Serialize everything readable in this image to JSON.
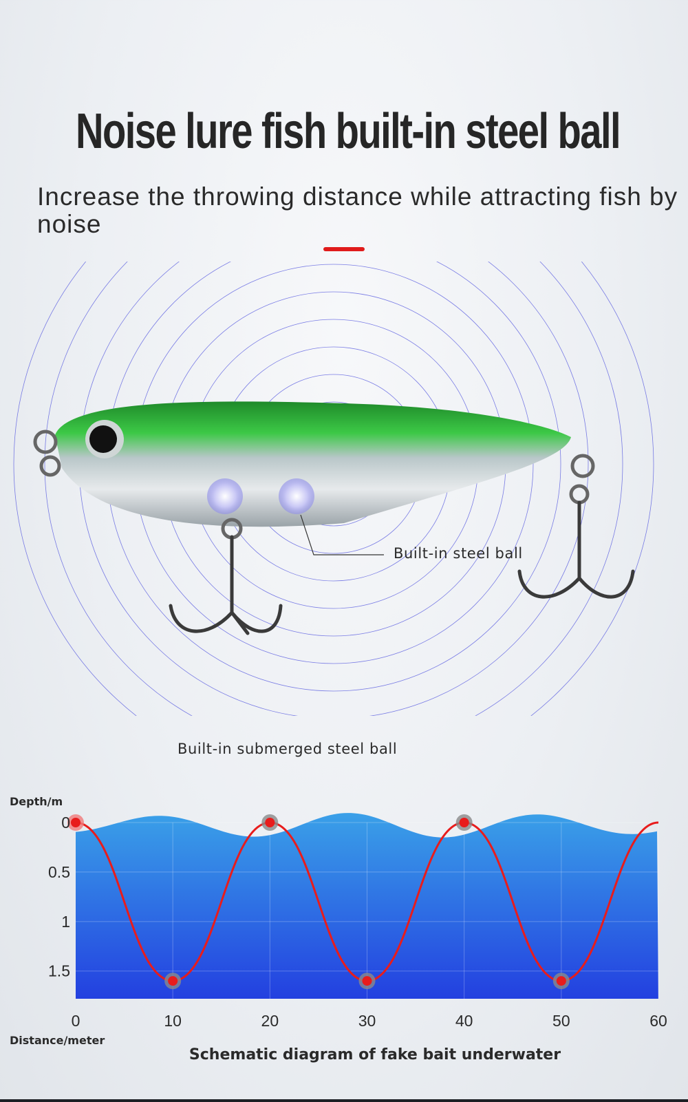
{
  "header": {
    "title": "Noise lure fish built-in steel ball",
    "subtitle": "Increase the throwing distance while attracting fish by noise",
    "accent_color": "#e01b1b"
  },
  "product": {
    "callout_label": "Built-in steel ball",
    "caption": "Built-in submerged steel ball",
    "body_color": "#2fc23a"
  },
  "chart_data": {
    "type": "line",
    "title": "Schematic diagram of fake bait underwater",
    "xlabel": "Distance/meter",
    "ylabel": "Depth/m",
    "x_ticks": [
      "0",
      "10",
      "20",
      "30",
      "40",
      "50",
      "60"
    ],
    "y_ticks": [
      "0",
      "0.5",
      "1",
      "1.5"
    ],
    "xlim": [
      0,
      60
    ],
    "ylim": [
      0,
      1.78
    ],
    "y_inverted": true,
    "grid": true,
    "series": [
      {
        "name": "lure path",
        "color": "#e81c1c",
        "x": [
          0,
          10,
          20,
          30,
          40,
          50,
          60
        ],
        "y": [
          0,
          1.6,
          0,
          1.6,
          0,
          1.6,
          0
        ]
      }
    ]
  }
}
